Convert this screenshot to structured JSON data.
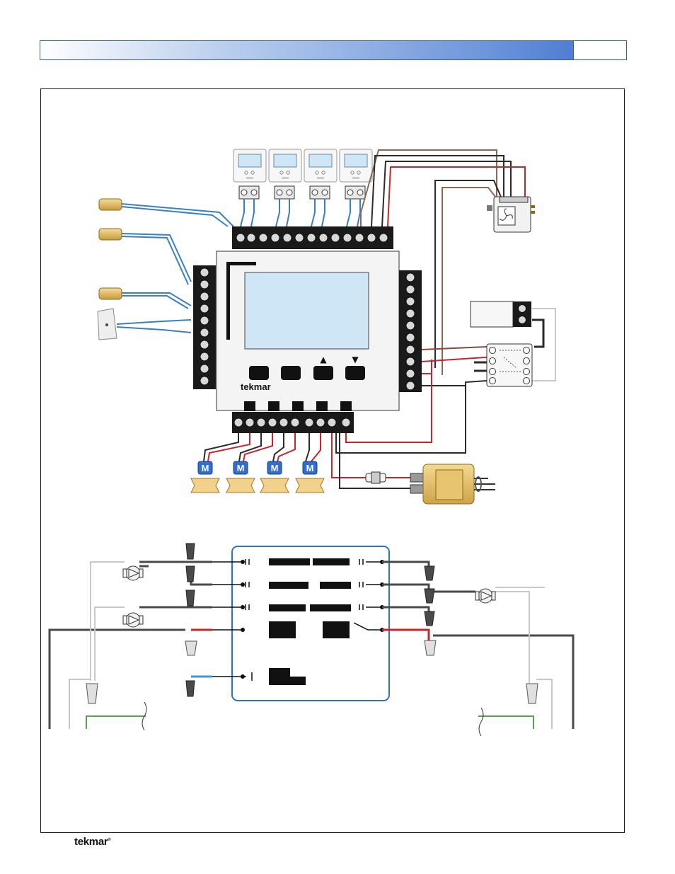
{
  "header": {
    "title": "",
    "page_number": "",
    "accent_color": "#3f6fcf"
  },
  "brand": {
    "controller_logo": "tekmar",
    "footer_logo": "tekmar"
  },
  "controller": {
    "buttons": [
      "",
      "",
      "▲",
      "▼"
    ],
    "screen_color": "#cfe6f7"
  },
  "zone_valves": {
    "label": "M",
    "count": 4,
    "color": "#2f6fd0"
  },
  "thermostats": {
    "count": 4
  },
  "schematic": {
    "border_color": "#2f6fd0"
  },
  "wire_colors": {
    "blue": "#3a7fc0",
    "red": "#c0282c",
    "black": "#2b2b2b",
    "brown": "#8a6a52",
    "white": "#c8c8c8",
    "green": "#5aa050"
  }
}
